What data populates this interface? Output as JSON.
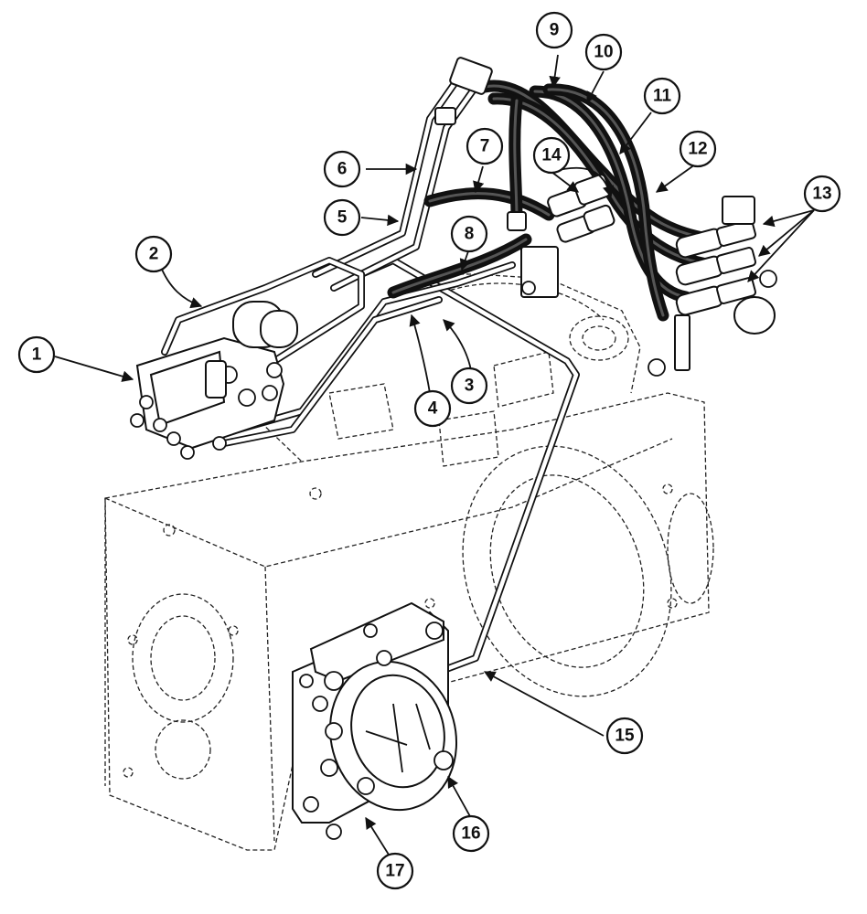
{
  "callouts": [
    {
      "id": "1",
      "label": "1"
    },
    {
      "id": "2",
      "label": "2"
    },
    {
      "id": "3",
      "label": "3"
    },
    {
      "id": "4",
      "label": "4"
    },
    {
      "id": "5",
      "label": "5"
    },
    {
      "id": "6",
      "label": "6"
    },
    {
      "id": "7",
      "label": "7"
    },
    {
      "id": "8",
      "label": "8"
    },
    {
      "id": "9",
      "label": "9"
    },
    {
      "id": "10",
      "label": "10"
    },
    {
      "id": "11",
      "label": "11"
    },
    {
      "id": "12",
      "label": "12"
    },
    {
      "id": "13",
      "label": "13"
    },
    {
      "id": "14",
      "label": "14"
    },
    {
      "id": "15",
      "label": "15"
    },
    {
      "id": "16",
      "label": "16"
    },
    {
      "id": "17",
      "label": "17"
    }
  ]
}
